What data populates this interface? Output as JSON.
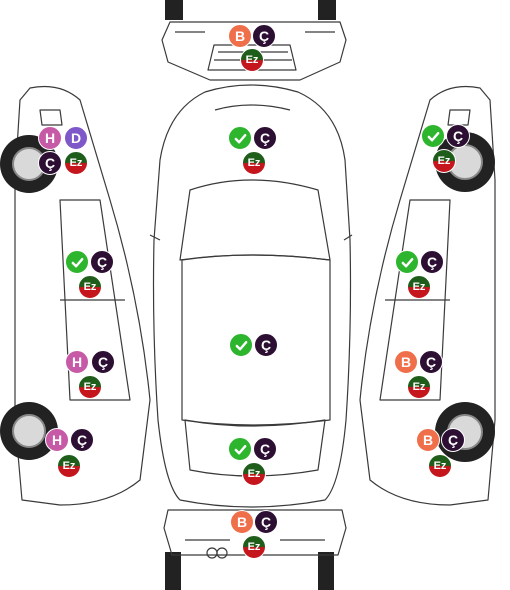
{
  "labels": {
    "ok": "✓",
    "c": "Ç",
    "b": "B",
    "h": "H",
    "d": "D",
    "ez": "Ez"
  },
  "colors": {
    "ok": "#2db52d",
    "c": "#2c0f33",
    "b": "#f06f4b",
    "h": "#c75aa6",
    "d": "#7e57c8",
    "ez_top": "#1f5e1a",
    "ez_bottom": "#c4161c"
  },
  "panels": [
    {
      "name": "front-bumper",
      "badges": [
        "b",
        "c",
        "ez"
      ]
    },
    {
      "name": "hood",
      "badges": [
        "ok",
        "c",
        "ez"
      ]
    },
    {
      "name": "roof",
      "badges": [
        "ok",
        "c"
      ]
    },
    {
      "name": "trunk",
      "badges": [
        "ok",
        "c",
        "ez"
      ]
    },
    {
      "name": "rear-bumper",
      "badges": [
        "b",
        "c",
        "ez"
      ]
    },
    {
      "name": "left-front-fender",
      "badges": [
        "h",
        "d",
        "c",
        "ez"
      ]
    },
    {
      "name": "left-front-door",
      "badges": [
        "ok",
        "c",
        "ez"
      ]
    },
    {
      "name": "left-rear-door",
      "badges": [
        "h",
        "c",
        "ez"
      ]
    },
    {
      "name": "left-rear-fender",
      "badges": [
        "h",
        "c",
        "ez"
      ]
    },
    {
      "name": "right-front-fender",
      "badges": [
        "ok",
        "c",
        "ez"
      ]
    },
    {
      "name": "right-front-door",
      "badges": [
        "ok",
        "c",
        "ez"
      ]
    },
    {
      "name": "right-rear-door",
      "badges": [
        "b",
        "c",
        "ez"
      ]
    },
    {
      "name": "right-rear-fender",
      "badges": [
        "b",
        "c",
        "ez"
      ]
    }
  ]
}
